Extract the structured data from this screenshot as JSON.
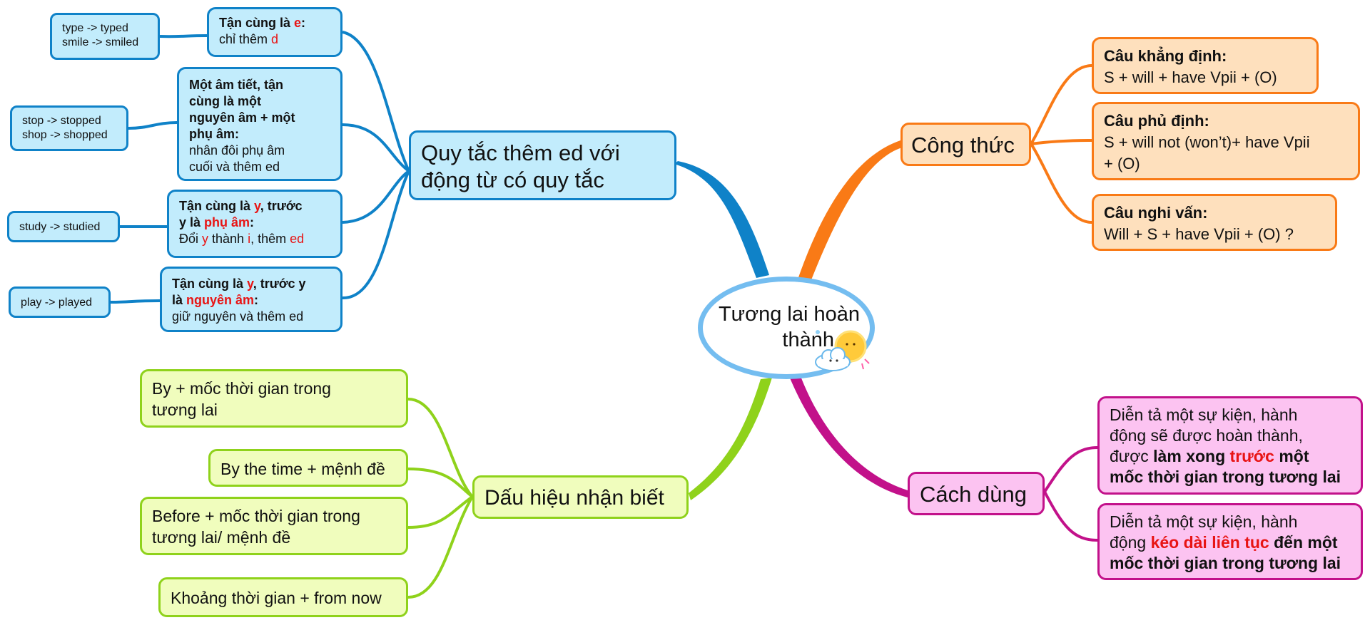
{
  "center": {
    "title_line1": "Tương lai hoàn",
    "title_line2": "thành",
    "icon": "sun-cloud-icon"
  },
  "branches": {
    "rules": {
      "title": "Quy tắc thêm ed với động từ có quy tắc",
      "items": [
        {
          "rule_prefix": "Tận cùng là ",
          "rule_e": "e",
          "rule_colon": ":",
          "rule_detail_a": "chỉ thêm ",
          "rule_detail_d": "d",
          "example_line1": "type -> typed",
          "example_line2": "smile -> smiled"
        },
        {
          "rule_line1": "Một âm tiết, tận",
          "rule_line2": "cùng là một",
          "rule_line3": "nguyên âm + một",
          "rule_line4": "phụ âm:",
          "detail_line1": "nhân đôi phụ âm",
          "detail_line2": "cuối và thêm ed",
          "example_line1": "stop -> stopped",
          "example_line2": "shop -> shopped"
        },
        {
          "rule_prefix": "Tận cùng là ",
          "rule_y": "y",
          "rule_middle": ", trước",
          "rule_line2_a": "y là ",
          "rule_line2_b": "phụ âm",
          "rule_line2_c": ":",
          "detail_a": "Đổi ",
          "detail_y": "y",
          "detail_b": " thành ",
          "detail_i": "i",
          "detail_c": ", thêm ",
          "detail_ed": "ed",
          "example": "study -> studied"
        },
        {
          "rule_prefix": "Tận cùng là ",
          "rule_y": "y",
          "rule_middle": ", trước y",
          "rule_line2_a": "là ",
          "rule_line2_b": "nguyên âm",
          "rule_line2_c": ":",
          "detail": "giữ nguyên và thêm ed",
          "example": "play -> played"
        }
      ]
    },
    "formula": {
      "title": "Công thức",
      "items": [
        {
          "label": "Câu khẳng định:",
          "formula": "S + will + have Vpii + (O)"
        },
        {
          "label": "Câu phủ định:",
          "formula_line1": "S + will not (won’t)+ have Vpii",
          "formula_line2": "+ (O)"
        },
        {
          "label": "Câu nghi vấn:",
          "formula": "Will + S + have Vpii + (O) ?"
        }
      ]
    },
    "signs": {
      "title": "Dấu hiệu nhận biết",
      "items": [
        {
          "line1": "By + mốc thời gian trong",
          "line2": "tương lai"
        },
        {
          "line1": "By the time + mệnh đề"
        },
        {
          "line1": "Before + mốc thời gian trong",
          "line2": "tương lai/ mệnh đề"
        },
        {
          "line1": "Khoảng thời gian + from now"
        }
      ]
    },
    "usage": {
      "title": "Cách dùng",
      "items": [
        {
          "line1": "Diễn tả một sự kiện, hành",
          "line2": "động sẽ được hoàn thành,",
          "line3_a": "được ",
          "line3_b": "làm xong ",
          "line3_c": "trước",
          "line3_d": " một",
          "line4": "mốc thời gian trong tương lai"
        },
        {
          "line1": "Diễn tả một sự kiện, hành",
          "line2_a": "động ",
          "line2_b": "kéo dài liên tục",
          "line2_c": " đến một",
          "line3": "mốc thời gian trong tương lai"
        }
      ]
    }
  },
  "colors": {
    "blue": "#0f82c8",
    "orange": "#f97a16",
    "green": "#8fd21b",
    "pink": "#c2118a",
    "center_border": "#74bdf0",
    "highlight_red": "#e81414"
  }
}
